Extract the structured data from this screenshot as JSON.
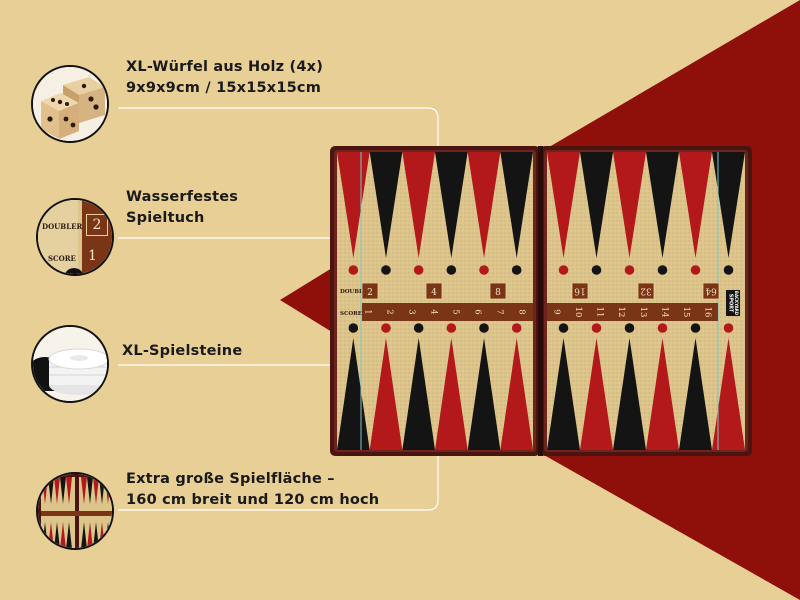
{
  "features": [
    {
      "line1": "XL-Würfel aus Holz (4x)",
      "line2": "9x9x9cm / 15x15x15cm",
      "icon": "wooden-dice"
    },
    {
      "line1": "Wasserfestes",
      "line2": "Spieltuch",
      "icon": "doubler-score-closeup"
    },
    {
      "line1": "XL-Spielsteine",
      "line2": "",
      "icon": "checker-stack"
    },
    {
      "line1": "Extra große Spielfläche –",
      "line2": "160 cm breit und 120 cm hoch",
      "icon": "board-miniature"
    }
  ],
  "thumb_labels": {
    "doubler": "DOUBLER",
    "score": "SCORE",
    "doubler_value": "2",
    "score_value": "1"
  },
  "board": {
    "doubler_label": "DOUBLER",
    "score_label": "SCORE",
    "doubler_values_left": [
      "2",
      "4",
      "8"
    ],
    "doubler_values_right": [
      "16",
      "32",
      "64"
    ],
    "score_numbers_left": [
      "1",
      "2",
      "3",
      "4",
      "5",
      "6",
      "7",
      "8"
    ],
    "score_numbers_right": [
      "9",
      "10",
      "11",
      "12",
      "13",
      "14",
      "15",
      "16"
    ],
    "brand_line1": "SPORT",
    "brand_line2": "BACKYARD"
  },
  "colors": {
    "background": "#e8cf95",
    "accent_red": "#8f0f0b",
    "board_frame": "#4a1410",
    "felt": "#dcc48a",
    "point_red": "#b3181b",
    "point_black": "#141414",
    "score_strip": "#7a3516",
    "callout_line": "#ffffff",
    "text": "#1a1a1a"
  }
}
